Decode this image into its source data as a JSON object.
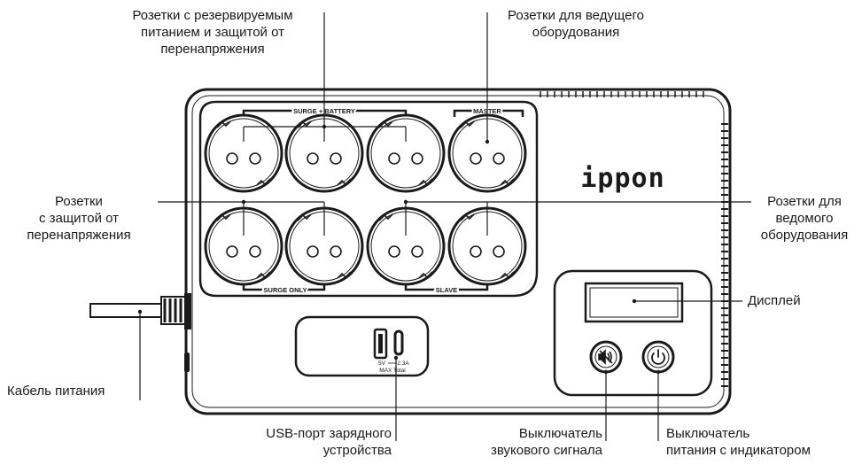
{
  "callouts": {
    "backup_outlets": [
      "Розетки с резервируемым",
      "питанием и защитой от",
      "перенапряжения"
    ],
    "master_outlets": [
      "Розетки для ведущего",
      "оборудования"
    ],
    "surge_outlets": [
      "Розетки",
      "с защитой от",
      "перенапряжения"
    ],
    "slave_outlets": [
      "Розетки для",
      "ведомого",
      "оборудования"
    ],
    "display": "Дисплей",
    "power_cable": "Кабель питания",
    "usb_port": [
      "USB-порт зарядного",
      "устройства"
    ],
    "sound_switch": [
      "Выключатель",
      "звукового сигнала"
    ],
    "power_switch": [
      "Выключатель",
      "питания с индикатором"
    ]
  },
  "device": {
    "brand": "ippon",
    "outlet_group_labels": {
      "surge_battery": "SURGE + BATTERY",
      "master": "MASTER",
      "surge_only": "SURGE ONLY",
      "slave": "SLAVE"
    },
    "usb_spec": [
      "5V",
      "2.3A",
      "MAX Total"
    ]
  },
  "icons": [
    "mute-icon",
    "power-icon"
  ],
  "colors": {
    "line": "#1a1a1a",
    "background": "#ffffff"
  }
}
